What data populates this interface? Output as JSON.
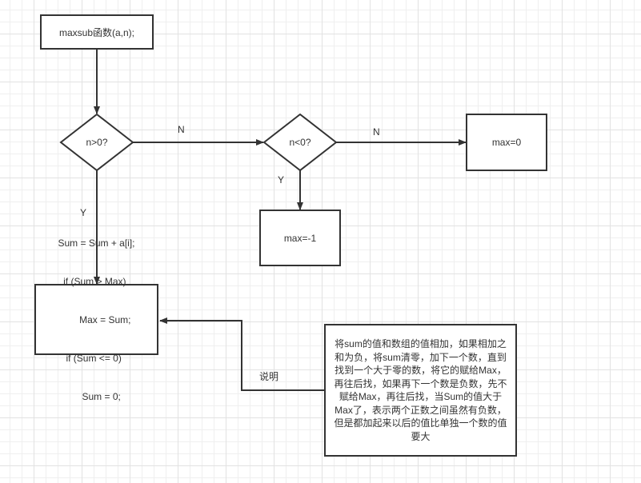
{
  "colors": {
    "stroke": "#333333",
    "grid_minor": "#efefef",
    "grid_major": "#e2e2e2",
    "background": "#ffffff"
  },
  "nodes": {
    "start": {
      "label": "maxsub函数(a,n);"
    },
    "cond_positive": {
      "label": "n>0?"
    },
    "cond_negative": {
      "label": "n<0?"
    },
    "max_zero": {
      "label": "max=0"
    },
    "max_minus_one": {
      "label": "max=-1"
    },
    "loop_body": {
      "lines": [
        "Sum = Sum + a[i];",
        "  if (Sum > Max)",
        "        Max = Sum;",
        "   if (Sum <= 0)",
        "         Sum = 0;"
      ]
    },
    "note": {
      "text": "将sum的值和数组的值相加，如果相加之和为负，将sum清零，加下一个数，直到找到一个大于零的数，将它的赋给Max，再往后找，如果再下一个数是负数，先不赋给Max，再往后找，当Sum的值大于Max了，表示两个正数之间虽然有负数，但是都加起来以后的值比单独一个数的值要大"
    }
  },
  "edge_labels": {
    "pos_no": "N",
    "pos_yes": "Y",
    "neg_no": "N",
    "neg_yes": "Y",
    "note_link": "说明"
  }
}
